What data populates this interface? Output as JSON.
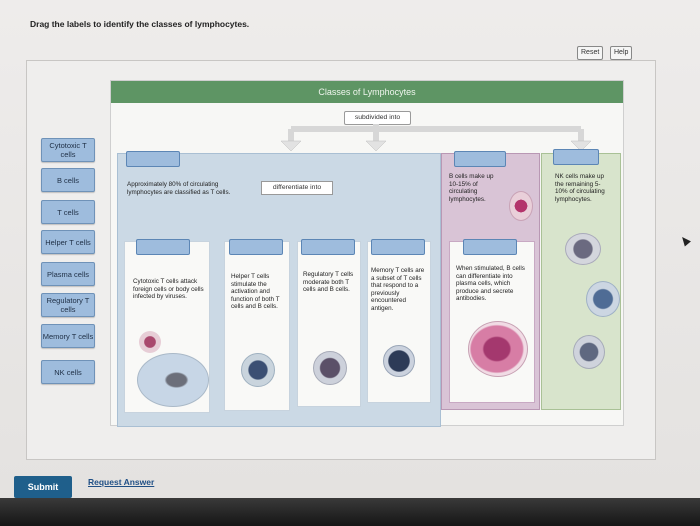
{
  "instruction": "Drag the labels to identify the classes of lymphocytes.",
  "toolbar": {
    "reset_label": "Reset",
    "help_label": "Help"
  },
  "labels": [
    "Cytotoxic T cells",
    "B cells",
    "T cells",
    "Helper T cells",
    "Plasma cells",
    "Regulatory T cells",
    "Memory T cells",
    "NK cells"
  ],
  "diagram": {
    "title": "Classes of Lymphocytes",
    "subdivided": "subdivided into",
    "differentiate": "differentiate into",
    "t_cells_text": "Approximately 80% of circulating lymphocytes are classified as T cells.",
    "b_cells_text": "B cells make up 10-15% of circulating lymphocytes.",
    "nk_text": "NK cells make up the remaining 5-10% of circulating lymphocytes.",
    "cytotoxic_text": "Cytotoxic T cells attack foreign cells or body cells infected by viruses.",
    "helper_text": "Helper T cells stimulate the activation and function of both T cells and B cells.",
    "regulatory_text": "Regulatory T cells moderate both T cells and B cells.",
    "memory_text": "Memory T cells are a subset of T cells that respond to a previously encountered antigen.",
    "plasma_text": "When stimulated, B cells can differentiate into plasma cells, which produce and secrete antibodies."
  },
  "actions": {
    "submit_label": "Submit",
    "request_label": "Request Answer"
  }
}
